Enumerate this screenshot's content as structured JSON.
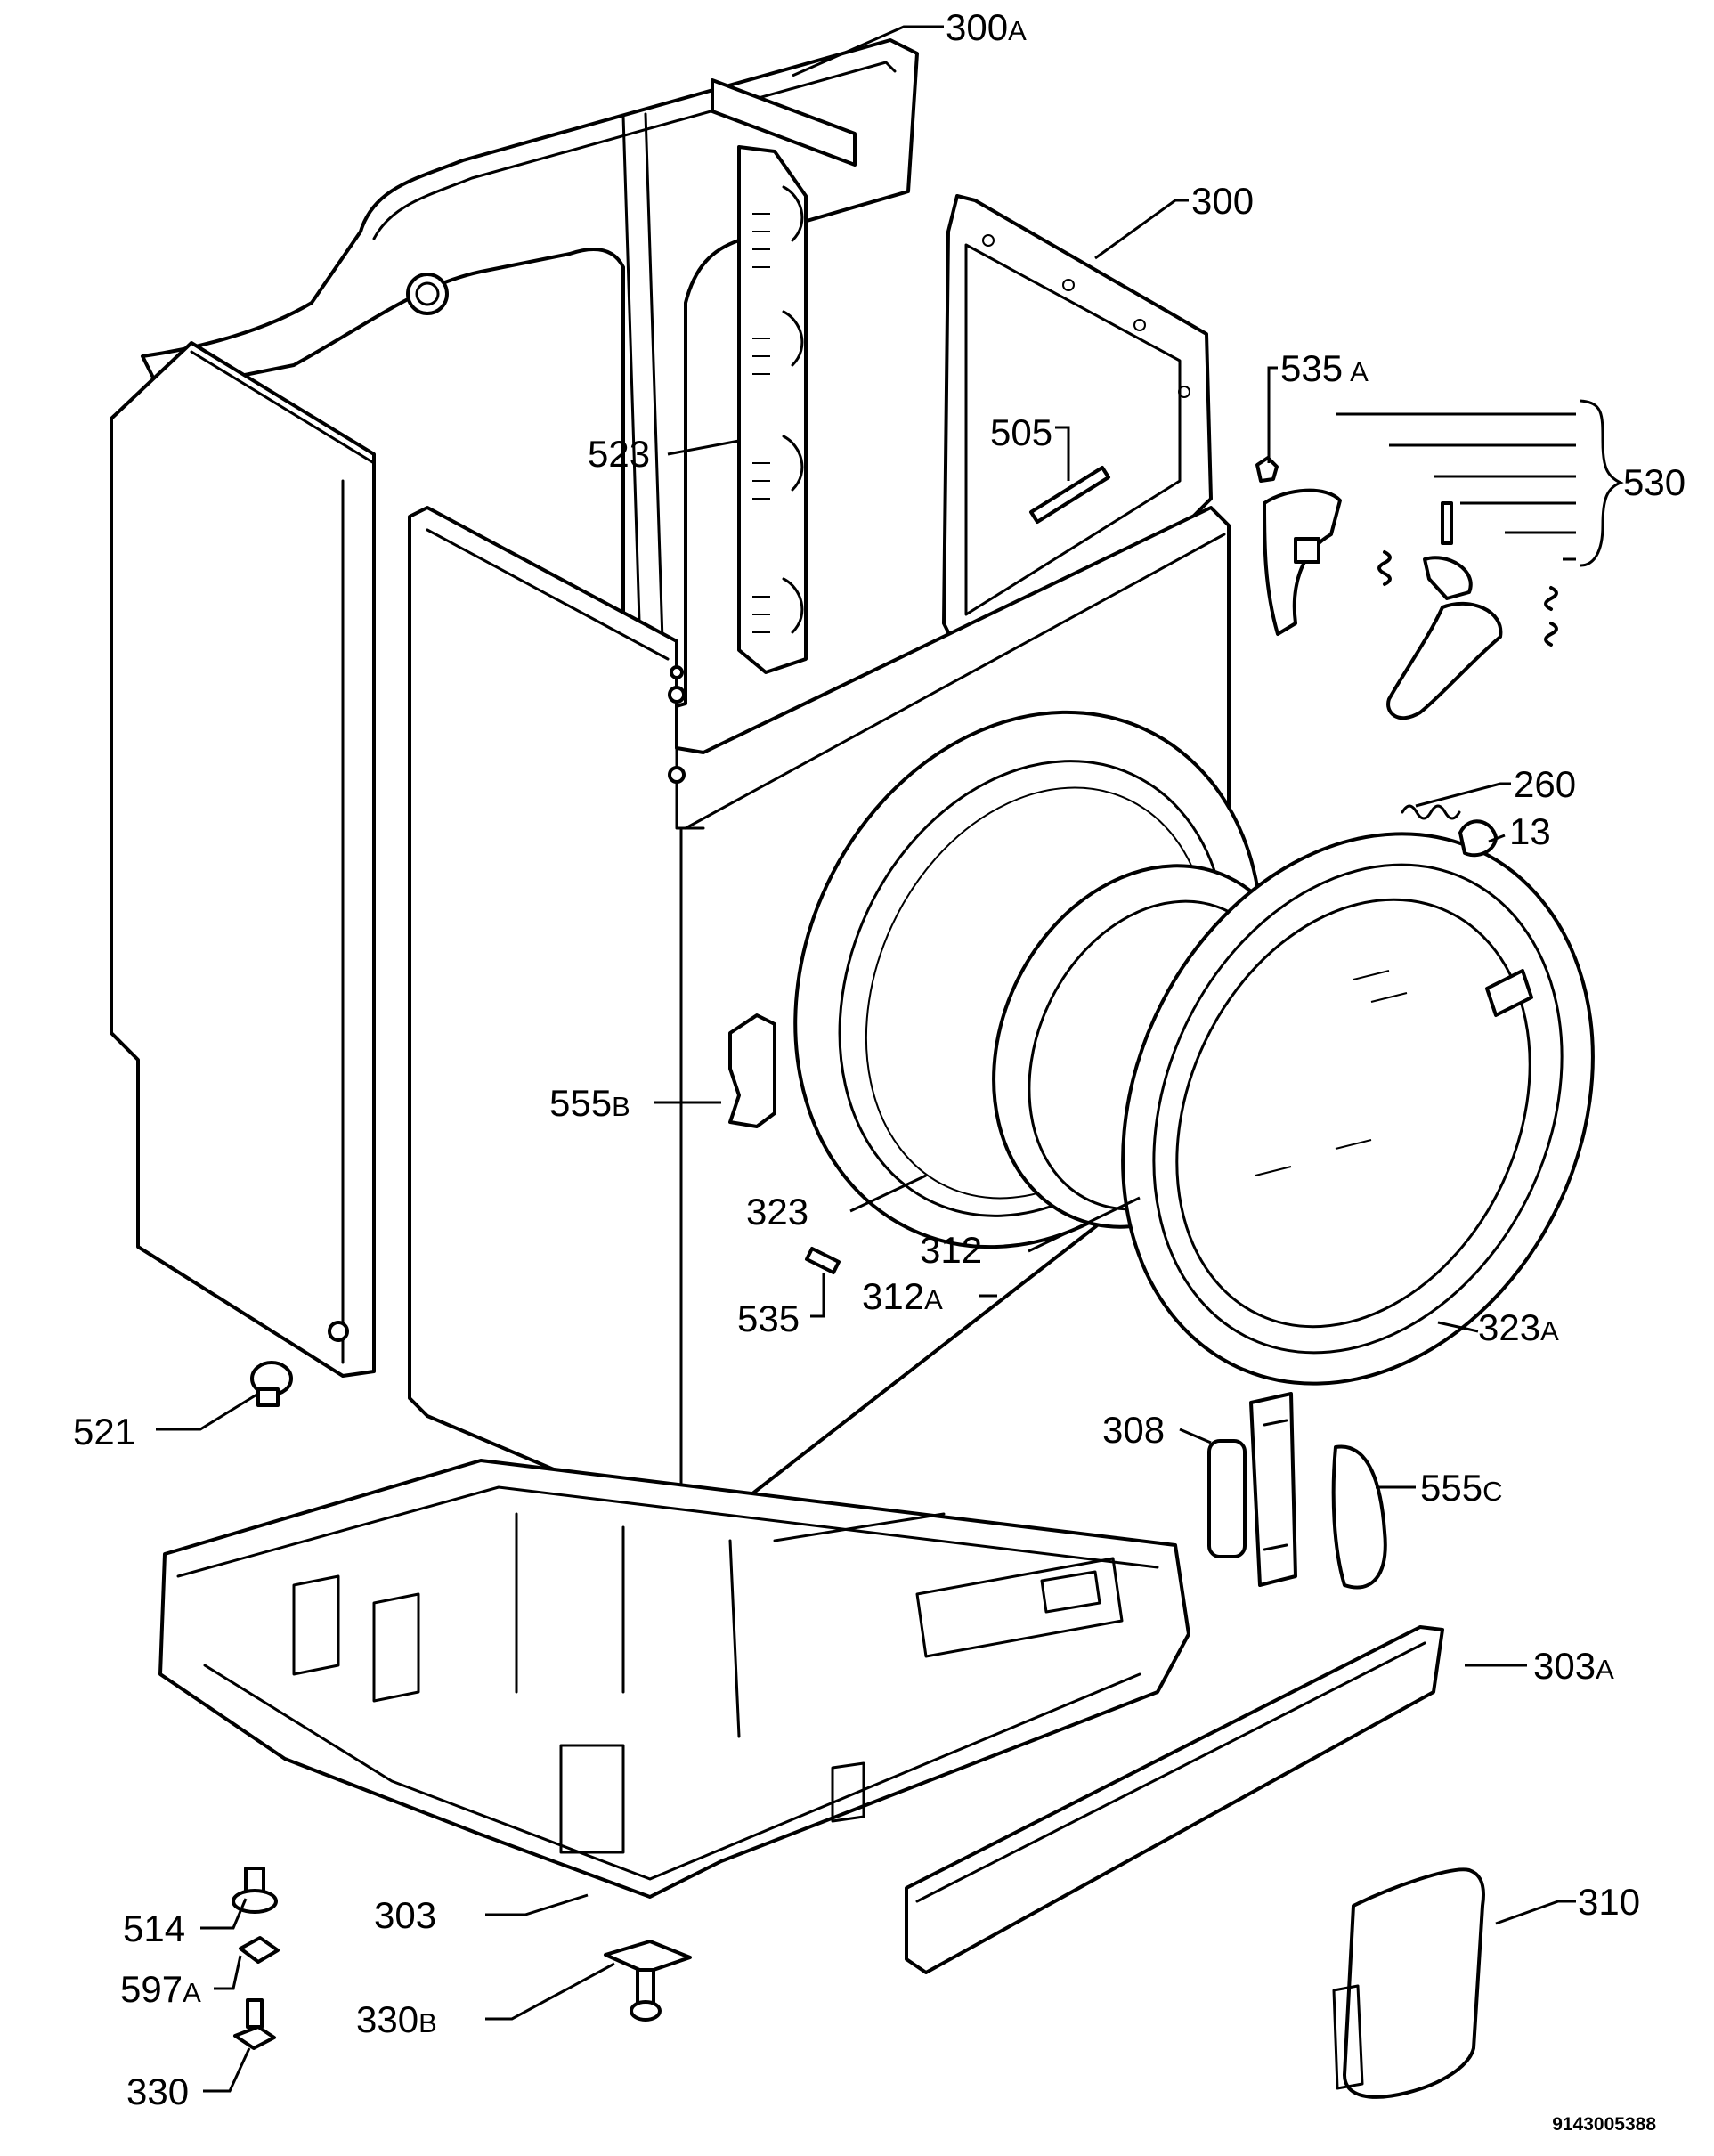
{
  "labels": {
    "p300A": {
      "num": "300",
      "suffix": "A"
    },
    "p300": {
      "num": "300",
      "suffix": ""
    },
    "p535A": {
      "num": "535",
      "suffix": "A"
    },
    "p523": {
      "num": "523",
      "suffix": ""
    },
    "p505": {
      "num": "505",
      "suffix": ""
    },
    "p530": {
      "num": "530",
      "suffix": ""
    },
    "p260": {
      "num": "260",
      "suffix": ""
    },
    "p13": {
      "num": "13",
      "suffix": ""
    },
    "p555B": {
      "num": "555",
      "suffix": "B"
    },
    "p323": {
      "num": "323",
      "suffix": ""
    },
    "p312": {
      "num": "312",
      "suffix": ""
    },
    "p312A": {
      "num": "312",
      "suffix": "A"
    },
    "p535": {
      "num": "535",
      "suffix": ""
    },
    "p323A": {
      "num": "323",
      "suffix": "A"
    },
    "p521": {
      "num": "521",
      "suffix": ""
    },
    "p308": {
      "num": "308",
      "suffix": ""
    },
    "p555C": {
      "num": "555",
      "suffix": "C"
    },
    "p303A": {
      "num": "303",
      "suffix": "A"
    },
    "p303": {
      "num": "303",
      "suffix": ""
    },
    "p310": {
      "num": "310",
      "suffix": ""
    },
    "p514": {
      "num": "514",
      "suffix": ""
    },
    "p597A": {
      "num": "597",
      "suffix": "A"
    },
    "p330B": {
      "num": "330",
      "suffix": "B"
    },
    "p330": {
      "num": "330",
      "suffix": ""
    }
  },
  "document_id": "9143005388"
}
